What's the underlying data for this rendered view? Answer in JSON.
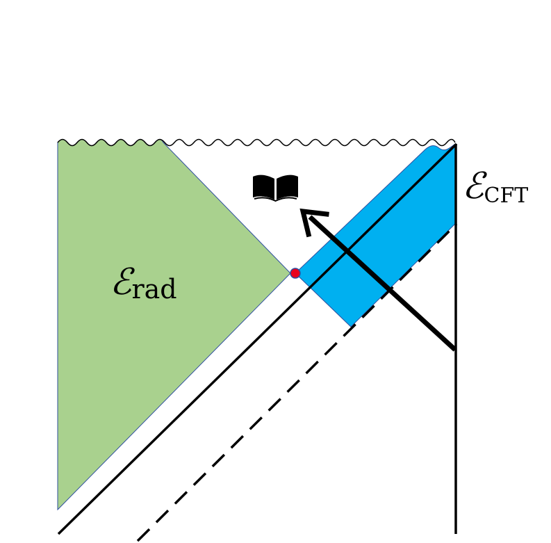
{
  "labels": {
    "rad_symbol": "ℰ",
    "rad_subscript": "rad",
    "cft_symbol": "ℰ",
    "cft_subscript": "CFT"
  },
  "colors": {
    "radiation_region": "#a9d18e",
    "cft_region": "#00b0f0",
    "line": "#000000",
    "region_edge": "#2f4f9f",
    "point": "#e8001c",
    "background": "#ffffff"
  },
  "icons": {
    "book": "open-book-icon"
  }
}
